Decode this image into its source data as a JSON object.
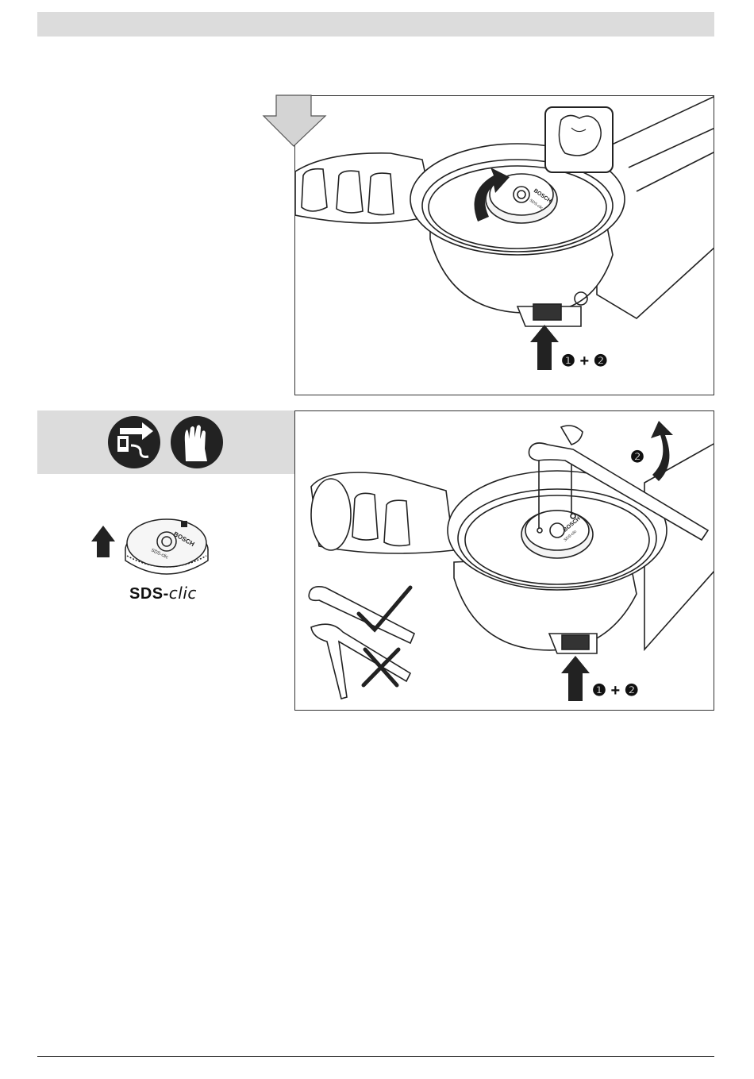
{
  "sds_label": {
    "prefix": "SDS-",
    "suffix": "clic"
  },
  "panel1": {
    "step_label": "❶ + ❷",
    "nut_brand": "BOSCH",
    "nut_model": "SDS-clic"
  },
  "panel2": {
    "step_label": "❶ + ❷",
    "rotate_step": "❷",
    "nut_brand": "BOSCH",
    "nut_model": "SDS-clic"
  },
  "sds_nut": {
    "brand": "BOSCH",
    "model": "SDS-clic"
  },
  "icons": [
    "unplug-icon",
    "gloves-icon",
    "arrow-down-icon",
    "arrow-up-icon",
    "rotate-arrow-icon",
    "check-icon",
    "cross-icon"
  ]
}
